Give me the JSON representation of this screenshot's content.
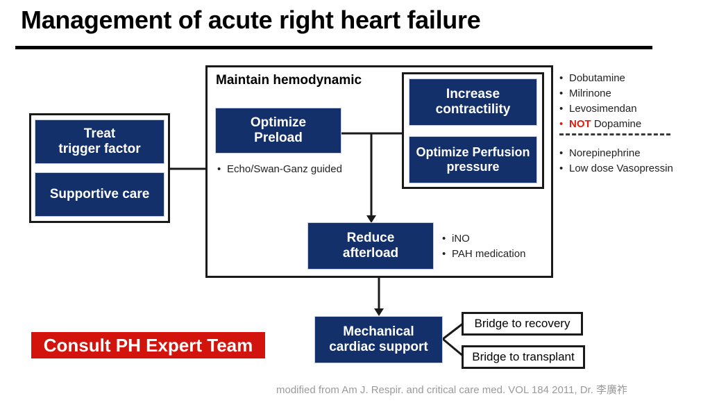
{
  "title": "Management of acute right heart failure",
  "section": {
    "maintain_label": "Maintain hemodynamic"
  },
  "left_group": {
    "boxes": [
      {
        "label": "Treat\ntrigger factor",
        "line1": "Treat",
        "line2": "trigger factor"
      },
      {
        "label": "Supportive care",
        "line1": "Supportive care",
        "line2": ""
      }
    ]
  },
  "preload": {
    "line1": "Optimize",
    "line2": "Preload",
    "note_bullet": "•",
    "note": "Echo/Swan-Ganz guided"
  },
  "contractility": {
    "line1": "Increase",
    "line2": "contractility"
  },
  "perfusion": {
    "line1": "Optimize Perfusion",
    "line2": "pressure"
  },
  "afterload": {
    "line1": "Reduce",
    "line2": "afterload",
    "notes": [
      "iNO",
      "PAH medication"
    ]
  },
  "mechanical": {
    "line1": "Mechanical",
    "line2": "cardiac support",
    "bridges": [
      "Bridge to recovery",
      "Bridge to transplant"
    ]
  },
  "drug_list": {
    "group1": [
      {
        "text": "Dobutamine",
        "red": false
      },
      {
        "text": "Milrinone",
        "red": false
      },
      {
        "text": "Levosimendan",
        "red": false
      }
    ],
    "not_item": {
      "keyword": "NOT",
      "text": "Dopamine",
      "red": true
    },
    "group2": [
      {
        "text": "Norepinephrine",
        "red": false
      },
      {
        "text": "Low dose Vasopressin",
        "red": false
      }
    ]
  },
  "banner": {
    "label": "Consult PH Expert Team"
  },
  "footer": {
    "text": "modified from Am J. Respir. and critical care med. VOL 184 2011, Dr. 李廣祚"
  },
  "colors": {
    "navy": "#14306b",
    "red": "#d3140c",
    "accent_red": "#e01b0e",
    "line": "#1a1a1a",
    "footer_gray": "#9a9a9a"
  }
}
